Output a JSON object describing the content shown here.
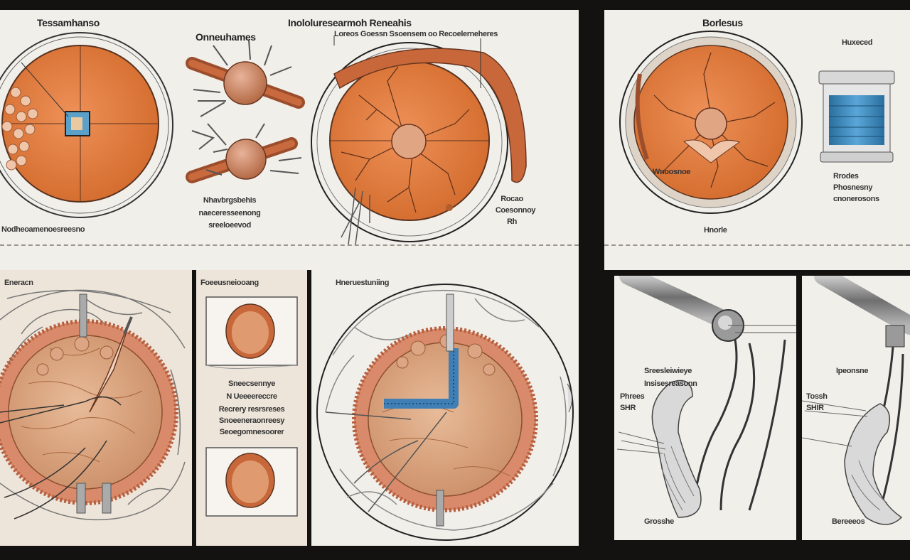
{
  "colors": {
    "background": "#141211",
    "paper": "#f1efea",
    "eye_orange": "#e07a3d",
    "tissue_peach": "#d9a78a",
    "implant_blue": "#3f7fb5",
    "ink": "#222222"
  },
  "top_left": {
    "heading_1": "Tessamhanso",
    "heading_2": "Onneuhames",
    "heading_3": "Inololuresearmoh Reneahis",
    "subheading_3": "Loreos Goessn Ssoensem oo Recoelerneheres",
    "caption_left": "Nodheoamenoesreesno",
    "caption_mid_1": "Nhavbrgsbehis",
    "caption_mid_2": "naeceresseenong",
    "caption_mid_3": "sreeloeevod",
    "caption_right_1": "Rocao",
    "caption_right_2": "Coesonnoy",
    "caption_right_3": "Rh"
  },
  "top_right": {
    "heading": "Borlesus",
    "jar_label": "Huxeced",
    "caption_1": "Rrodes",
    "caption_2": "Phosnesny",
    "caption_3": "cnonerosons",
    "eye_label": "Wnoosnoe",
    "bottom_label": "Hnorle"
  },
  "bottom_left": {
    "panel_1_heading": "Eneracn",
    "panel_2_heading": "Foeeusneiooang",
    "panel_2_text_1": "Sneecsennye",
    "panel_2_text_2": "N Ueeeereccre",
    "panel_2_text_3": "Recrery resrsreses",
    "panel_2_text_4": "Snoeeneraonreesy",
    "panel_2_text_5": "Seoegomnesoorer",
    "panel_3_heading": "Hneruestuniing"
  },
  "bottom_right": {
    "panel_1_label_1": "Sreesleiwieye",
    "panel_1_label_2": "Insisesreasonn",
    "panel_1_label_3": "Phrees",
    "panel_1_label_4": "SHR",
    "panel_1_label_5": "Grosshe",
    "panel_2_label_1": "Ipeonsne",
    "panel_2_label_2": "Tossh",
    "panel_2_label_3": "SHIR",
    "panel_2_label_4": "Bereeeos"
  }
}
